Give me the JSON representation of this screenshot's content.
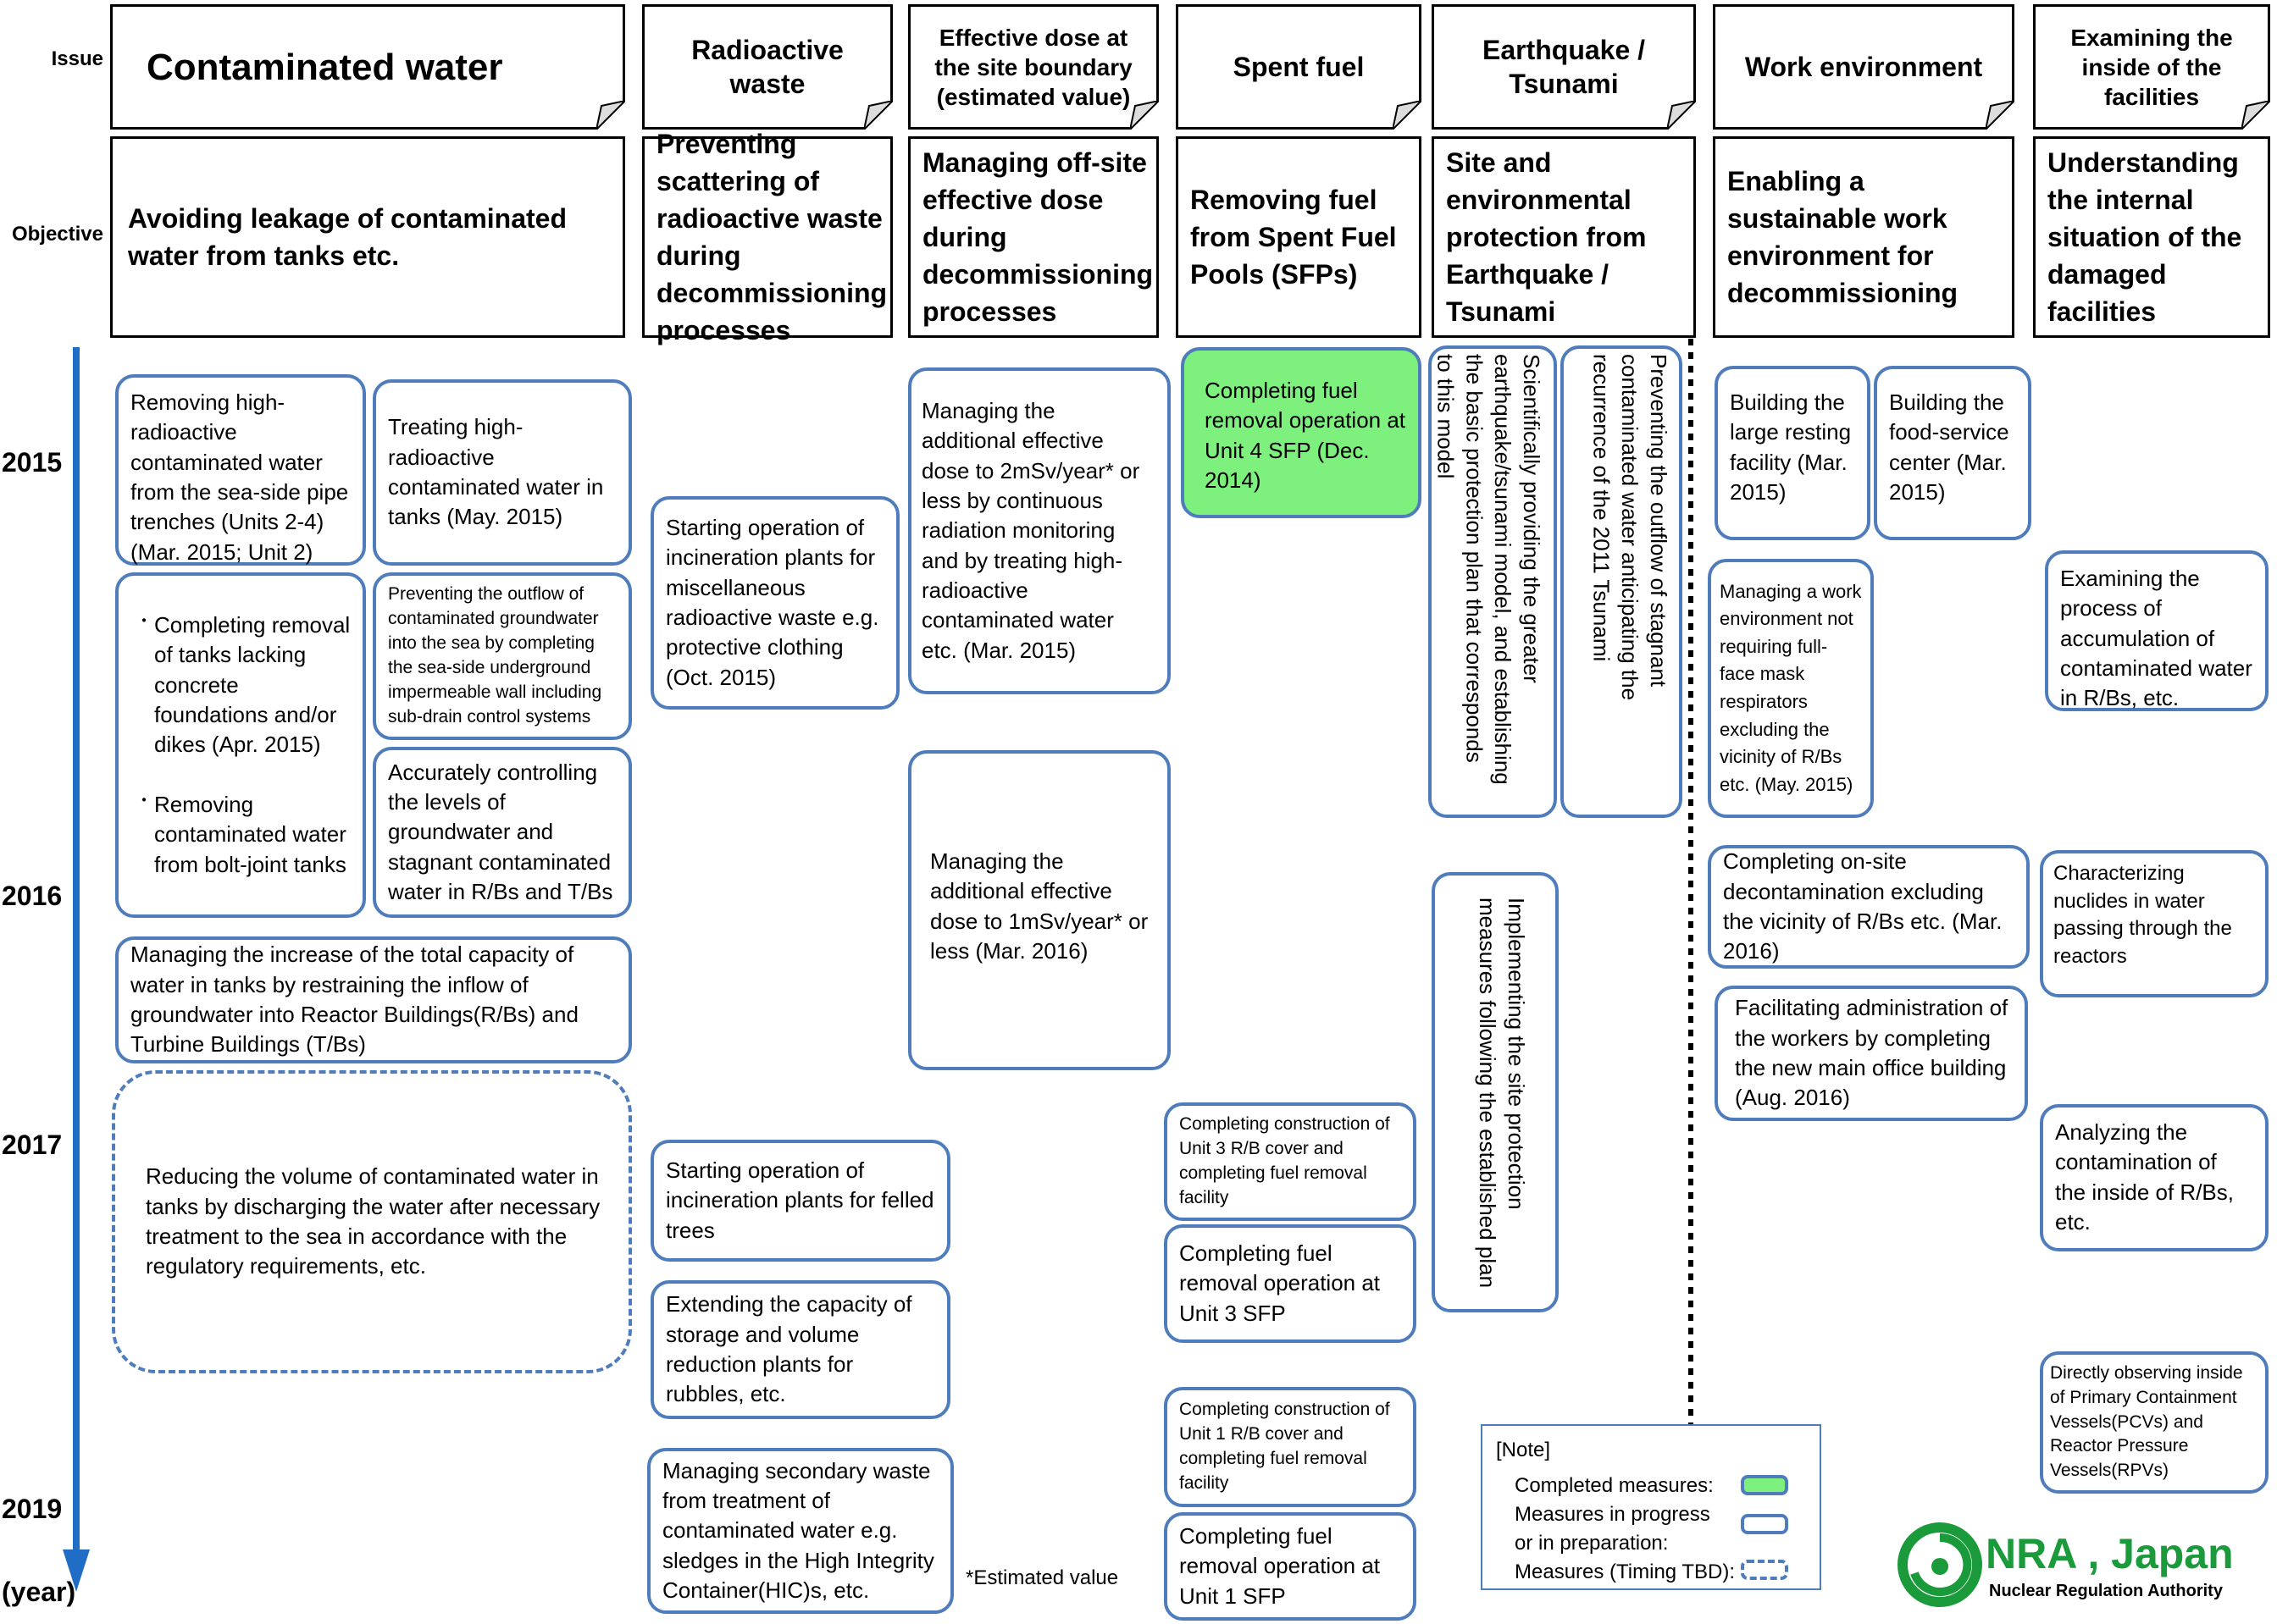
{
  "row_labels": {
    "issue": "Issue",
    "objective": "Objective"
  },
  "timeline": {
    "years": [
      "2015",
      "2016",
      "2017",
      "2019"
    ],
    "unit": "(year)",
    "color": "#1f6dc4"
  },
  "issues": [
    "Contaminated water",
    "Radioactive waste",
    "Effective dose at the site boundary (estimated value)",
    "Spent fuel",
    "Earthquake / Tsunami",
    "Work environment",
    "Examining the inside of the facilities"
  ],
  "objectives": [
    "Avoiding leakage of contaminated water from tanks etc.",
    "Preventing scattering of radioactive waste during decommissioning processes",
    "Managing off-site effective dose during decommissioning processes",
    "Removing fuel from Spent Fuel Pools (SFPs)",
    "Site and environmental protection from Earthquake / Tsunami",
    "Enabling a sustainable work environment for decommissioning",
    "Understanding the internal situation of the damaged facilities"
  ],
  "measures": {
    "water_trenches": "Removing high-radioactive contaminated water from the sea-side pipe trenches (Units 2-4) (Mar. 2015; Unit 2)",
    "water_tanks_treat": "Treating high-radioactive contaminated water in tanks (May. 2015)",
    "water_removal_bullets": [
      "Completing  removal of  tanks lacking concrete foundations and/or dikes  (Apr. 2015)",
      "Removing contaminated water from bolt-joint tanks"
    ],
    "water_outflow": "Preventing the outflow of contaminated groundwater into the sea by completing the sea-side underground impermeable wall including sub-drain control systems",
    "water_levels": "Accurately controlling the levels of groundwater and stagnant contaminated water in R/Bs and T/Bs",
    "water_capacity": "Managing  the increase of the total capacity of water in tanks by restraining the inflow of groundwater into Reactor Buildings(R/Bs) and Turbine Buildings (T/Bs)",
    "water_discharge": "Reducing the volume of contaminated water in tanks by discharging the water after necessary treatment to the sea in accordance with the regulatory requirements, etc.",
    "waste_incineration_misc": "Starting operation of incineration plants for miscellaneous radioactive waste e.g. protective clothing (Oct. 2015)",
    "waste_incineration_trees": "Starting operation of incineration plants for felled trees",
    "waste_storage": "Extending the capacity of storage and volume reduction plants for rubbles, etc.",
    "waste_secondary": "Managing secondary waste from treatment of contaminated water e.g. sledges in the High Integrity Container(HIC)s, etc.",
    "dose_2msv": "Managing the additional effective dose to 2mSv/year* or less by continuous radiation monitoring and by treating high-radioactive contaminated water etc. (Mar. 2015)",
    "dose_1msv": "Managing the additional effective dose to 1mSv/year* or less (Mar. 2016)",
    "dose_footnote": "*Estimated value",
    "fuel_unit4": "Completing fuel removal  operation at Unit 4 SFP (Dec. 2014)",
    "fuel_unit3_cover": "Completing construction of Unit 3 R/B cover and completing fuel removal facility",
    "fuel_unit3_removal": "Completing fuel removal operation at Unit 3 SFP",
    "fuel_unit1_cover": "Completing construction of Unit 1 R/B cover and completing fuel removal facility",
    "fuel_unit1_removal": "Completing fuel removal operation at Unit 1 SFP",
    "quake_model": [
      "Scientifically providing the greater",
      "earthquake/tsunami model, and establishing",
      "the basic protection plan that corresponds",
      "to this model"
    ],
    "quake_outflow": [
      "Preventing the outflow of stagnant",
      "contaminated water anticipating the",
      "recurrence of  the 2011 Tsunami"
    ],
    "quake_implement": [
      "Implementing the site protection",
      "measures following the established plan"
    ],
    "work_resting": "Building the large resting facility (Mar. 2015)",
    "work_food": "Building the food-service center (Mar. 2015)",
    "work_mask": "Managing a work environment not requiring full-face mask respirators excluding the vicinity of R/Bs etc. (May.  2015)",
    "work_decon": "Completing on-site decontamination excluding the vicinity of R/Bs etc. (Mar. 2016)",
    "work_office": "Facilitating administration of the workers by completing the new main office building (Aug. 2016)",
    "inside_accumulation": "Examining the process of accumulation of contaminated water in R/Bs, etc.",
    "inside_nuclides": "Characterizing nuclides in water passing through the reactors",
    "inside_analyzing": "Analyzing the contamination of the inside of R/Bs, etc.",
    "inside_pcv": "Directly observing inside of  Primary Containment Vessels(PCVs) and Reactor Pressure Vessels(RPVs)"
  },
  "legend": {
    "title": "[Note]",
    "completed": "Completed measures:",
    "in_progress": "Measures  in progress or in preparation:",
    "tbd": "Measures (Timing TBD):",
    "completed_color": "#7ef07e",
    "border_color": "#4f7cba"
  },
  "logo": {
    "name": "NRA , Japan",
    "subtitle": "Nuclear Regulation Authority",
    "color": "#1a9a3a"
  }
}
